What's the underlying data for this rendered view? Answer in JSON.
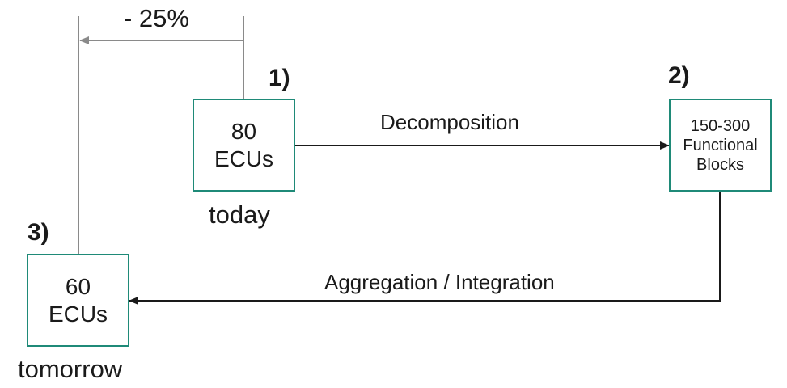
{
  "reduction_label": "- 25%",
  "colors": {
    "box_border": "#1f8a78",
    "arrow_gray": "#8a8a8a",
    "arrow_black": "#1a1a1a"
  },
  "nodes": {
    "today": {
      "step": "1)",
      "line1": "80",
      "line2": "ECUs",
      "caption": "today"
    },
    "blocks": {
      "step": "2)",
      "line1": "150-300",
      "line2": "Functional",
      "line3": "Blocks"
    },
    "tomorrow": {
      "step": "3)",
      "line1": "60",
      "line2": "ECUs",
      "caption": "tomorrow"
    }
  },
  "edges": {
    "decomposition": "Decomposition",
    "aggregation": "Aggregation / Integration"
  }
}
